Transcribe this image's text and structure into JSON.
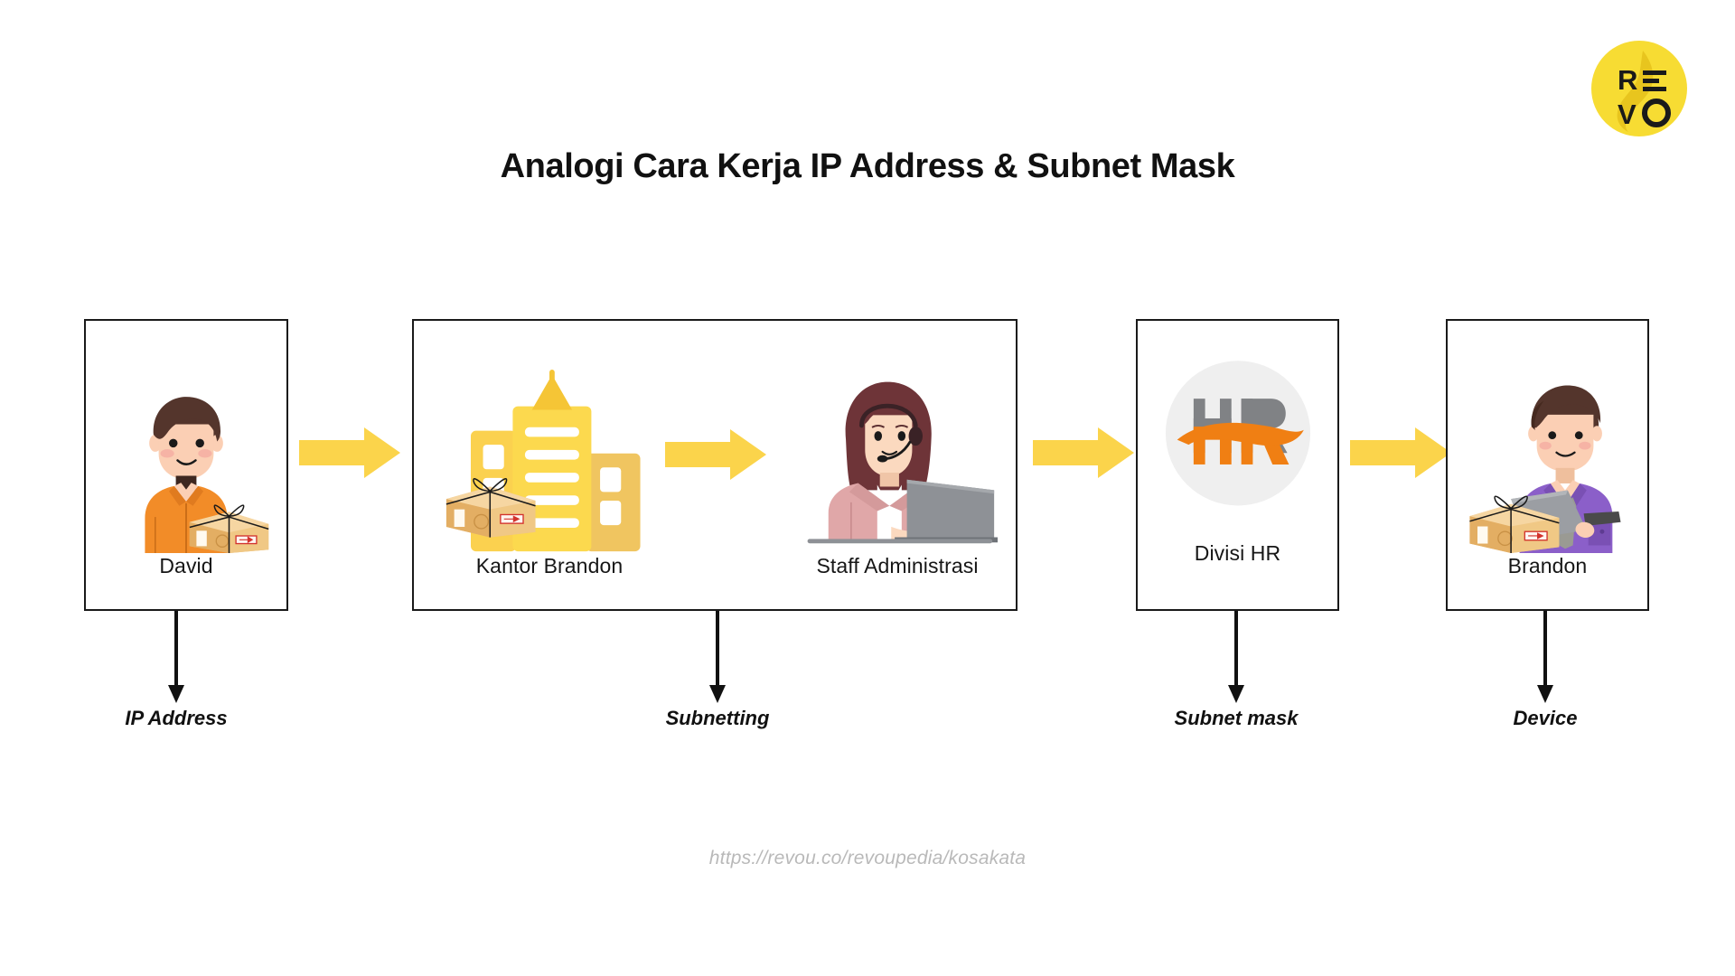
{
  "title": "Analogi Cara Kerja IP Address & Subnet Mask",
  "logo": {
    "name": "revou-logo",
    "line1": "R",
    "line2": "E",
    "line3": "V",
    "line4": "O",
    "bg_color": "#F7DC33",
    "mark_color": "#E8C51E",
    "text_color": "#1A1A1A"
  },
  "colors": {
    "arrow_yellow": "#FBD44B",
    "box_border": "#1A1A1A",
    "text_dark": "#111111",
    "footer_grey": "#B9B9B9",
    "shirt_orange": "#F28C28",
    "hair_brown": "#54352C",
    "skin": "#FBCFB4",
    "blazer_pink": "#E0A7A8",
    "shirt_purple": "#8B5FC9",
    "laptop_grey": "#8E9196",
    "building_yellow": "#FCD34D",
    "package_tan": "#EFC07A",
    "hr_orange": "#F07F13",
    "hr_grey": "#808285",
    "hr_circle": "#EFEFEF"
  },
  "stages": [
    {
      "id": "david",
      "label": "David",
      "art": "person-with-package",
      "group": "ip-address"
    },
    {
      "id": "kantor-brandon",
      "label": "Kantor Brandon",
      "art": "office-buildings-with-package",
      "group": "subnetting"
    },
    {
      "id": "staff-administrasi",
      "label": "Staff Administrasi",
      "art": "admin-staff-with-laptop",
      "group": "subnetting"
    },
    {
      "id": "divisi-hr",
      "label": "Divisi HR",
      "art": "hr-logo",
      "group": "subnet-mask"
    },
    {
      "id": "brandon",
      "label": "Brandon",
      "art": "person-with-laptop-and-package",
      "group": "device"
    }
  ],
  "flow_arrows": [
    {
      "id": "arrow-david-to-kantor",
      "direction": "right"
    },
    {
      "id": "arrow-kantor-to-staff",
      "direction": "right"
    },
    {
      "id": "arrow-staff-to-hr",
      "direction": "right"
    },
    {
      "id": "arrow-hr-to-brandon",
      "direction": "right"
    }
  ],
  "annotations": [
    {
      "id": "ip-address",
      "label": "IP Address"
    },
    {
      "id": "subnetting",
      "label": "Subnetting"
    },
    {
      "id": "subnet-mask",
      "label": "Subnet mask"
    },
    {
      "id": "device",
      "label": "Device"
    }
  ],
  "hr_logo": {
    "text": "HR"
  },
  "footer": {
    "url": "https://revou.co/revoupedia/kosakata"
  }
}
